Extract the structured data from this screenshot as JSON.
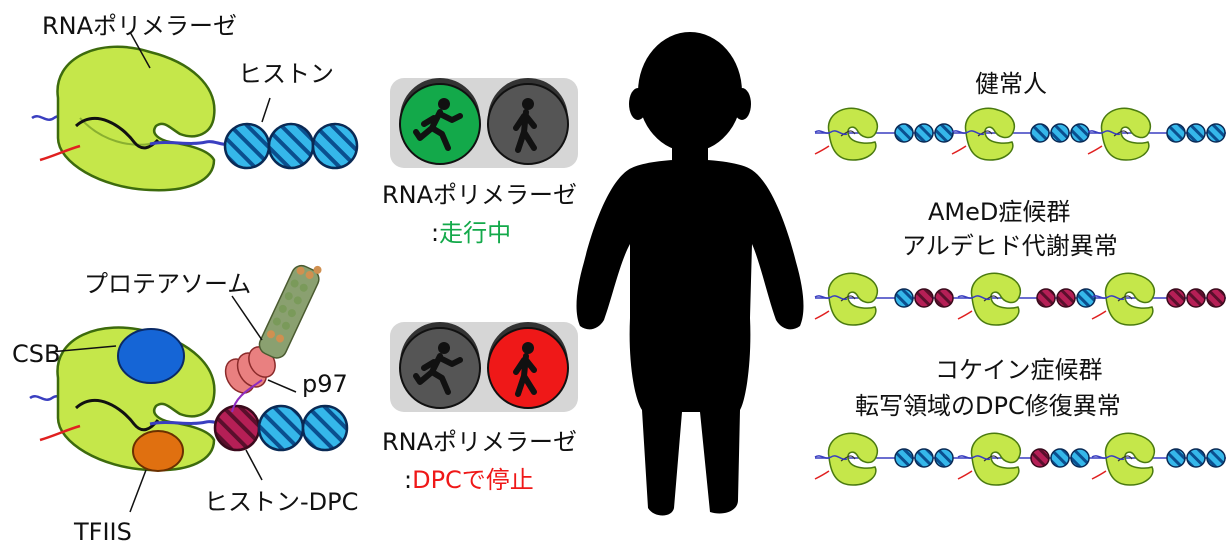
{
  "labels": {
    "rna_polymerase": "RNAポリメラーゼ",
    "histone": "ヒストン",
    "proteasome": "プロテアソーム",
    "csb": "CSB",
    "p97": "p97",
    "histone_dpc": "ヒストン-DPC",
    "tfiis": "TFIIS"
  },
  "signals": {
    "running_title": "RNAポリメラーゼ",
    "running_colon": ":",
    "running_status": "走行中",
    "stopped_title": "RNAポリメラーゼ",
    "stopped_colon": ":",
    "stopped_status": "DPCで停止"
  },
  "conditions": {
    "healthy": "健常人",
    "amed_line1": "AMeD症候群",
    "amed_line2": "アルデヒド代謝異常",
    "cockayne_line1": "コケイン症候群",
    "cockayne_line2": "転写領域のDPC修復異常"
  },
  "colors": {
    "polymerase_green": "#c5e74a",
    "histone_blue": "#35b7ea",
    "dpc_red": "#b51f56",
    "csb_blue": "#1565d6",
    "tfiis_orange": "#e07010",
    "go_green": "#13a94a",
    "stop_red": "#ef1818",
    "status_green": "#13a94a",
    "status_red": "#ef1818"
  }
}
